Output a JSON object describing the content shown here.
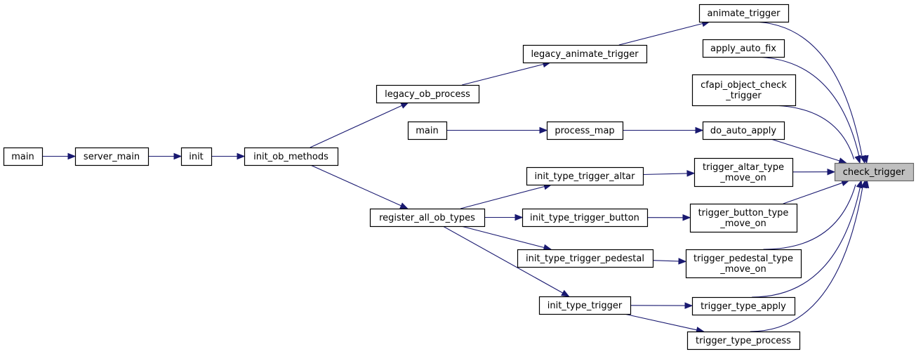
{
  "graph": {
    "nodes": [
      {
        "id": "check_trigger",
        "lines": [
          "check_trigger"
        ],
        "highlight": true
      },
      {
        "id": "animate_trigger",
        "lines": [
          "animate_trigger"
        ]
      },
      {
        "id": "apply_auto_fix",
        "lines": [
          "apply_auto_fix"
        ]
      },
      {
        "id": "cfapi_object_check_trigger",
        "lines": [
          "cfapi_object_check",
          "_trigger"
        ]
      },
      {
        "id": "do_auto_apply",
        "lines": [
          "do_auto_apply"
        ]
      },
      {
        "id": "trigger_altar_type_move_on",
        "lines": [
          "trigger_altar_type",
          "_move_on"
        ]
      },
      {
        "id": "trigger_button_type_move_on",
        "lines": [
          "trigger_button_type",
          "_move_on"
        ]
      },
      {
        "id": "trigger_pedestal_type_move_on",
        "lines": [
          "trigger_pedestal_type",
          "_move_on"
        ]
      },
      {
        "id": "trigger_type_apply",
        "lines": [
          "trigger_type_apply"
        ]
      },
      {
        "id": "trigger_type_process",
        "lines": [
          "trigger_type_process"
        ]
      },
      {
        "id": "legacy_animate_trigger",
        "lines": [
          "legacy_animate_trigger"
        ]
      },
      {
        "id": "process_map",
        "lines": [
          "process_map"
        ]
      },
      {
        "id": "init_type_trigger_altar",
        "lines": [
          "init_type_trigger_altar"
        ]
      },
      {
        "id": "init_type_trigger_button",
        "lines": [
          "init_type_trigger_button"
        ]
      },
      {
        "id": "init_type_trigger_pedestal",
        "lines": [
          "init_type_trigger_pedestal"
        ]
      },
      {
        "id": "init_type_trigger",
        "lines": [
          "init_type_trigger"
        ]
      },
      {
        "id": "legacy_ob_process",
        "lines": [
          "legacy_ob_process"
        ]
      },
      {
        "id": "main_2",
        "lines": [
          "main"
        ]
      },
      {
        "id": "register_all_ob_types",
        "lines": [
          "register_all_ob_types"
        ]
      },
      {
        "id": "init_ob_methods",
        "lines": [
          "init_ob_methods"
        ]
      },
      {
        "id": "init",
        "lines": [
          "init"
        ]
      },
      {
        "id": "server_main",
        "lines": [
          "server_main"
        ]
      },
      {
        "id": "main_1",
        "lines": [
          "main"
        ]
      }
    ],
    "edges": [
      {
        "from": "animate_trigger",
        "to": "check_trigger"
      },
      {
        "from": "apply_auto_fix",
        "to": "check_trigger"
      },
      {
        "from": "cfapi_object_check_trigger",
        "to": "check_trigger"
      },
      {
        "from": "do_auto_apply",
        "to": "check_trigger"
      },
      {
        "from": "trigger_altar_type_move_on",
        "to": "check_trigger"
      },
      {
        "from": "trigger_button_type_move_on",
        "to": "check_trigger"
      },
      {
        "from": "trigger_pedestal_type_move_on",
        "to": "check_trigger"
      },
      {
        "from": "trigger_type_apply",
        "to": "check_trigger"
      },
      {
        "from": "trigger_type_process",
        "to": "check_trigger"
      },
      {
        "from": "legacy_animate_trigger",
        "to": "animate_trigger"
      },
      {
        "from": "process_map",
        "to": "do_auto_apply"
      },
      {
        "from": "init_type_trigger_altar",
        "to": "trigger_altar_type_move_on"
      },
      {
        "from": "init_type_trigger_button",
        "to": "trigger_button_type_move_on"
      },
      {
        "from": "init_type_trigger_pedestal",
        "to": "trigger_pedestal_type_move_on"
      },
      {
        "from": "init_type_trigger",
        "to": "trigger_type_apply"
      },
      {
        "from": "init_type_trigger",
        "to": "trigger_type_process"
      },
      {
        "from": "legacy_ob_process",
        "to": "legacy_animate_trigger"
      },
      {
        "from": "main_2",
        "to": "process_map"
      },
      {
        "from": "register_all_ob_types",
        "to": "init_type_trigger_altar"
      },
      {
        "from": "register_all_ob_types",
        "to": "init_type_trigger_button"
      },
      {
        "from": "register_all_ob_types",
        "to": "init_type_trigger_pedestal"
      },
      {
        "from": "register_all_ob_types",
        "to": "init_type_trigger"
      },
      {
        "from": "init_ob_methods",
        "to": "legacy_ob_process"
      },
      {
        "from": "init_ob_methods",
        "to": "register_all_ob_types"
      },
      {
        "from": "init",
        "to": "init_ob_methods"
      },
      {
        "from": "server_main",
        "to": "init"
      },
      {
        "from": "main_1",
        "to": "server_main"
      }
    ]
  },
  "colors": {
    "edge": "#191970",
    "highlight_fill": "#bfbfbf",
    "highlight_stroke": "#666666",
    "node_fill": "#ffffff",
    "node_stroke": "#000000"
  }
}
